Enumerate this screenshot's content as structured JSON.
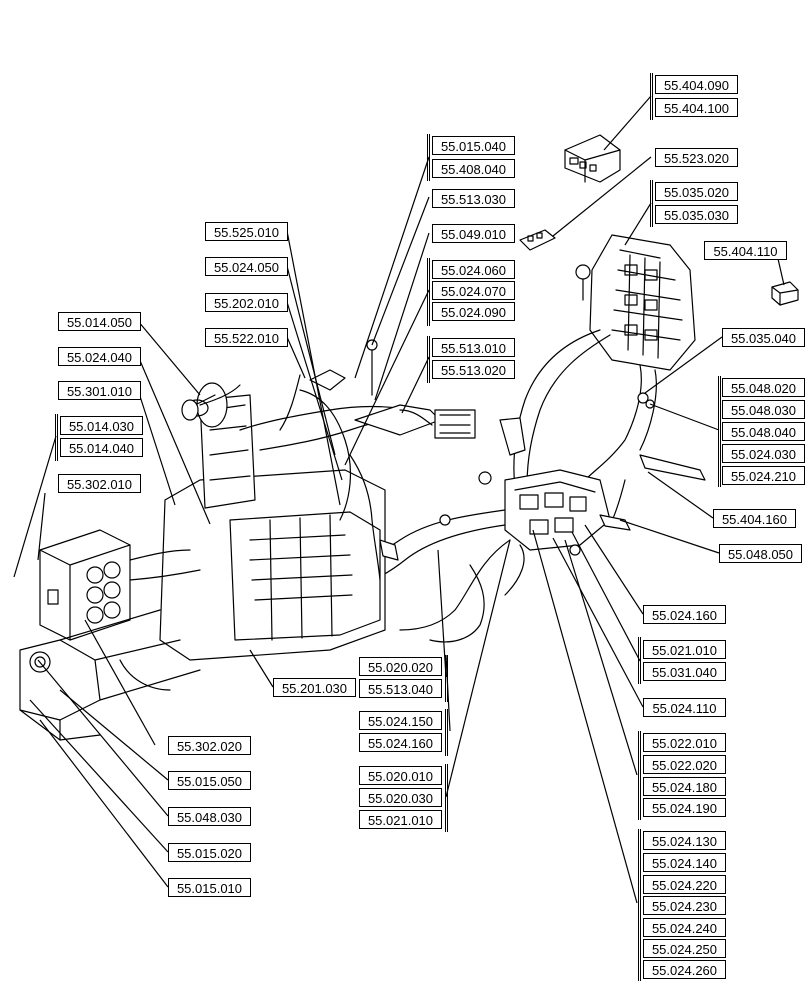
{
  "labels": {
    "l_55_404_090": "55.404.090",
    "l_55_404_100": "55.404.100",
    "l_55_523_020": "55.523.020",
    "l_55_035_020": "55.035.020",
    "l_55_035_030": "55.035.030",
    "l_55_404_110": "55.404.110",
    "l_55_015_040": "55.015.040",
    "l_55_408_040": "55.408.040",
    "l_55_513_030": "55.513.030",
    "l_55_049_010": "55.049.010",
    "l_55_024_060": "55.024.060",
    "l_55_024_070": "55.024.070",
    "l_55_024_090": "55.024.090",
    "l_55_513_010": "55.513.010",
    "l_55_513_020": "55.513.020",
    "l_55_525_010": "55.525.010",
    "l_55_024_050": "55.024.050",
    "l_55_202_010": "55.202.010",
    "l_55_522_010": "55.522.010",
    "l_55_014_050": "55.014.050",
    "l_55_024_040": "55.024.040",
    "l_55_301_010": "55.301.010",
    "l_55_014_030": "55.014.030",
    "l_55_014_040": "55.014.040",
    "l_55_302_010": "55.302.010",
    "l_55_035_040": "55.035.040",
    "l_55_048_020": "55.048.020",
    "l_55_048_030a": "55.048.030",
    "l_55_048_040": "55.048.040",
    "l_55_024_030": "55.024.030",
    "l_55_024_210": "55.024.210",
    "l_55_404_160": "55.404.160",
    "l_55_048_050": "55.048.050",
    "l_55_024_160a": "55.024.160",
    "l_55_021_010a": "55.021.010",
    "l_55_031_040": "55.031.040",
    "l_55_024_110": "55.024.110",
    "l_55_022_010": "55.022.010",
    "l_55_022_020": "55.022.020",
    "l_55_024_180": "55.024.180",
    "l_55_024_190": "55.024.190",
    "l_55_024_130": "55.024.130",
    "l_55_024_140": "55.024.140",
    "l_55_024_220": "55.024.220",
    "l_55_024_230": "55.024.230",
    "l_55_024_240": "55.024.240",
    "l_55_024_250": "55.024.250",
    "l_55_024_260": "55.024.260",
    "l_55_020_020": "55.020.020",
    "l_55_513_040": "55.513.040",
    "l_55_201_030": "55.201.030",
    "l_55_024_150": "55.024.150",
    "l_55_024_160b": "55.024.160",
    "l_55_020_010": "55.020.010",
    "l_55_020_030": "55.020.030",
    "l_55_021_010b": "55.021.010",
    "l_55_302_020": "55.302.020",
    "l_55_015_050": "55.015.050",
    "l_55_048_030b": "55.048.030",
    "l_55_015_020": "55.015.020",
    "l_55_015_010": "55.015.010"
  }
}
